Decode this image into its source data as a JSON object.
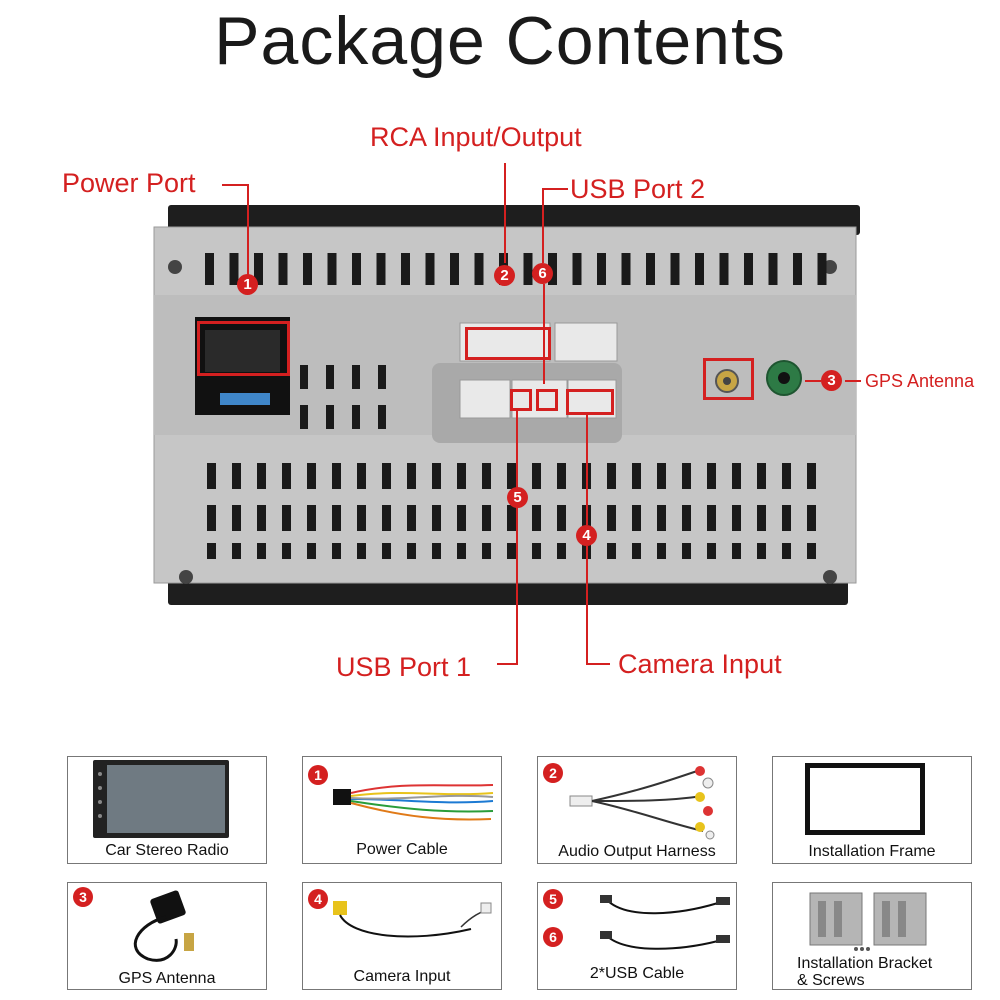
{
  "title": "Package Contents",
  "callouts": {
    "rca": "RCA Input/Output",
    "power": "Power Port",
    "usb2": "USB Port 2",
    "gps": "GPS Antenna",
    "usb1": "USB Port 1",
    "camera": "Camera Input"
  },
  "badges": {
    "power": "1",
    "rca": "2",
    "gps": "3",
    "camera": "4",
    "usb1": "5",
    "usb2": "6"
  },
  "items": [
    {
      "label": "Car Stereo Radio",
      "badge": ""
    },
    {
      "label": "Power Cable",
      "badge": "1"
    },
    {
      "label": "Audio Output Harness",
      "badge": "2"
    },
    {
      "label": "Installation Frame",
      "badge": ""
    },
    {
      "label": "GPS Antenna",
      "badge": "3"
    },
    {
      "label": "Camera Input",
      "badge": "4"
    },
    {
      "label": "2*USB Cable",
      "badge": "5",
      "badge2": "6"
    },
    {
      "label": "Installation Bracket",
      "label2": "& Screws",
      "badge": ""
    }
  ],
  "colors": {
    "accent": "#d42020",
    "metal": "#c9c9c9",
    "dark": "#1b1b1b"
  }
}
